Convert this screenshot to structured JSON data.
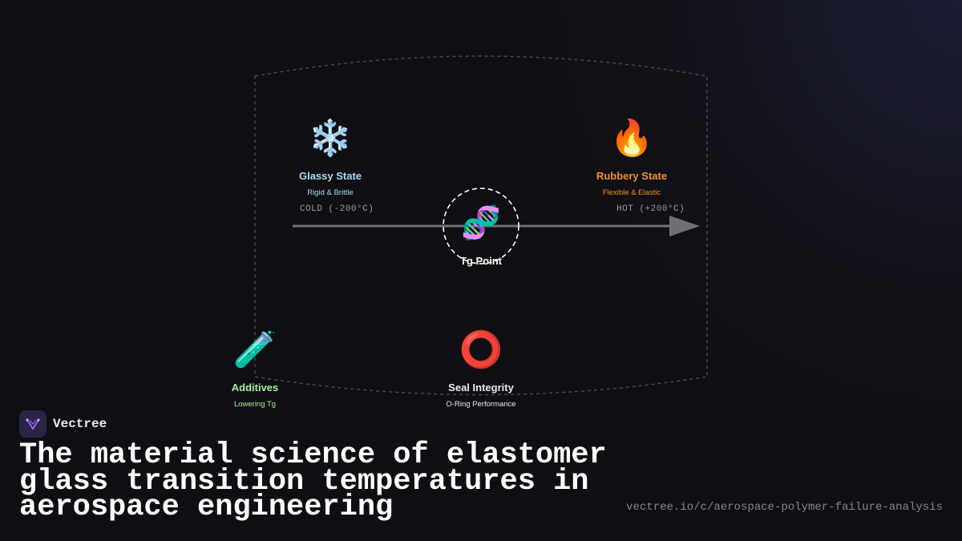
{
  "diagram": {
    "glassy": {
      "icon": "❄️",
      "icon_name": "snowflake-icon",
      "title": "Glassy State",
      "subtitle": "Rigid & Brittle",
      "temp": "COLD (-200°C)",
      "color": "#a8dcf2"
    },
    "rubbery": {
      "icon": "🔥",
      "icon_name": "fire-icon",
      "title": "Rubbery State",
      "subtitle": "Flexible & Elastic",
      "temp": "HOT (+200°C)",
      "color": "#f3931f"
    },
    "tg": {
      "icon": "🧬",
      "icon_name": "dna-icon",
      "label": "Tg Point"
    },
    "additives": {
      "icon": "🧪",
      "icon_name": "test-tube-icon",
      "title": "Additives",
      "subtitle": "Lowering Tg",
      "color": "#a7f0a0"
    },
    "seal": {
      "icon": "⭕",
      "icon_name": "ring-icon",
      "title": "Seal Integrity",
      "subtitle": "O-Ring Performance",
      "color": "#e8e8ee"
    }
  },
  "brand": {
    "name": "Vectree",
    "logo_icon": "vectree-logo-icon",
    "logo_color": "#9b6cf0"
  },
  "headline": "The material science of elastomer glass transition temperatures in aerospace engineering",
  "url": "vectree.io/c/aerospace-polymer-failure-analysis"
}
